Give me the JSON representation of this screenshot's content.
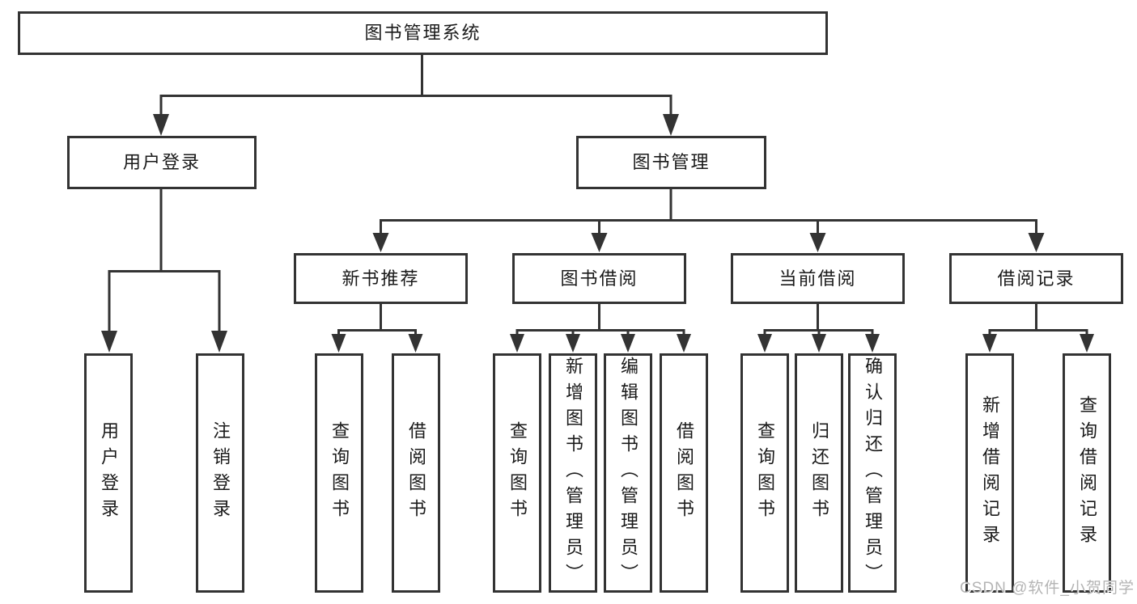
{
  "root": {
    "label": "图书管理系统"
  },
  "tree": {
    "user_login": {
      "label": "用户登录",
      "children": [
        "用户登录",
        "注销登录"
      ]
    },
    "book_mgmt": {
      "label": "图书管理",
      "sections": [
        {
          "label": "新书推荐",
          "children": [
            "查询图书",
            "借阅图书"
          ]
        },
        {
          "label": "图书借阅",
          "children": [
            "查询图书",
            "新增图书（管理员）",
            "编辑图书（管理员）",
            "借阅图书"
          ]
        },
        {
          "label": "当前借阅",
          "children": [
            "查询图书",
            "归还图书",
            "确认归还（管理员）"
          ]
        },
        {
          "label": "借阅记录",
          "children": [
            "新增借阅记录",
            "查询借阅记录"
          ]
        }
      ]
    }
  },
  "watermark": "CSDN @软件_小贺同学",
  "colors": {
    "line": "#333333",
    "text": "#1a1a1a",
    "watermark": "#b4b4b4",
    "background": "#ffffff"
  }
}
